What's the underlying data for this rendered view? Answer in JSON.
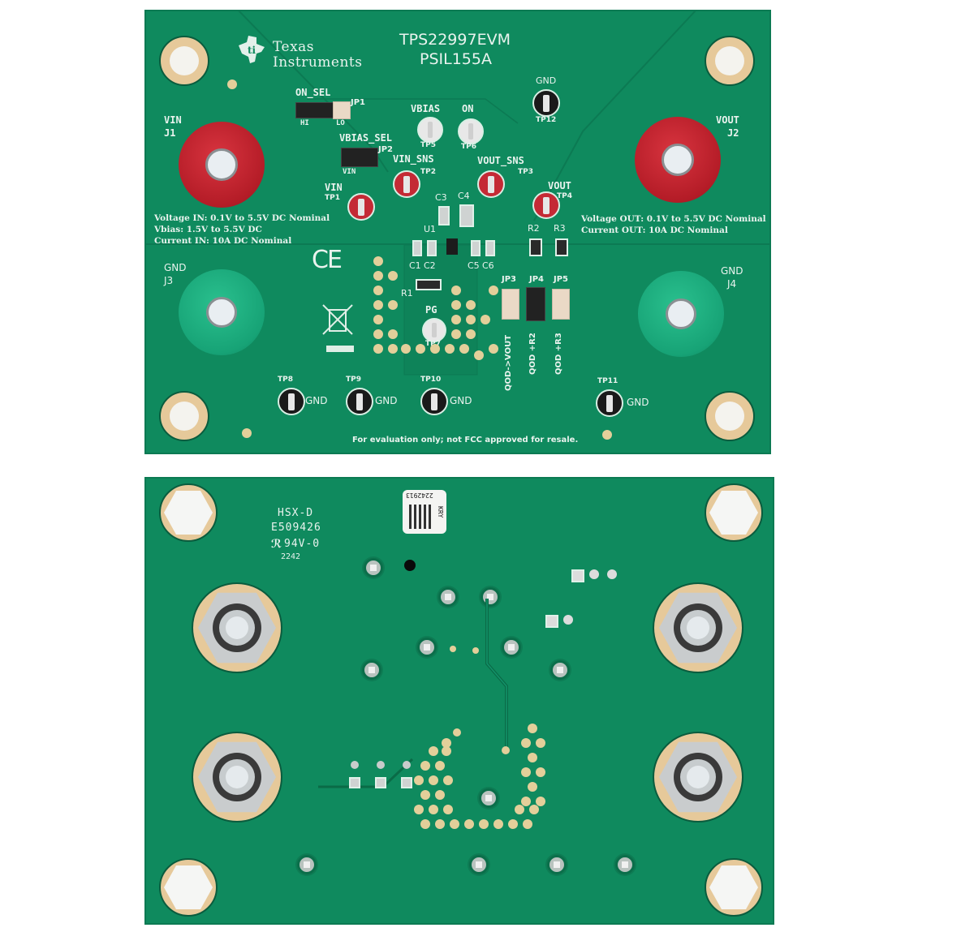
{
  "image": {
    "description": "Texas Instruments TPS22997EVM evaluation board, top and bottom views",
    "colors": {
      "pcb": "#0f8a5e",
      "silkscreen": "#e9f3ee",
      "vin_jack": "#c0202a",
      "gnd_jack": "#19a77a",
      "mount_pad": "#e6c99a"
    }
  },
  "top_board": {
    "logo": {
      "line1": "Texas",
      "line2": "Instruments"
    },
    "title": "TPS22997EVM",
    "part_number": "PSIL155A",
    "jumpers": {
      "jp1": {
        "ref": "JP1",
        "label": "ON_SEL",
        "left": "HI",
        "right": "LO"
      },
      "jp2": {
        "ref": "JP2",
        "label": "VBIAS_SEL",
        "pin": "VIN"
      },
      "jp3": {
        "ref": "JP3",
        "label": "QOD->VOUT"
      },
      "jp4": {
        "ref": "JP4",
        "label": "QOD +R2"
      },
      "jp5": {
        "ref": "JP5",
        "label": "QOD +R3"
      }
    },
    "test_points": [
      {
        "ref": "TP1",
        "label": "VIN"
      },
      {
        "ref": "TP2",
        "label": "VIN_SNS"
      },
      {
        "ref": "TP3",
        "label": "VOUT_SNS"
      },
      {
        "ref": "TP4",
        "label": "VOUT"
      },
      {
        "ref": "TP5",
        "label": "VBIAS"
      },
      {
        "ref": "TP6",
        "label": "ON"
      },
      {
        "ref": "TP7",
        "label": "PG"
      },
      {
        "ref": "TP8",
        "label": "GND"
      },
      {
        "ref": "TP9",
        "label": "GND"
      },
      {
        "ref": "TP10",
        "label": "GND"
      },
      {
        "ref": "TP11",
        "label": "GND"
      },
      {
        "ref": "TP12",
        "label": "GND"
      }
    ],
    "connectors": {
      "j1": {
        "ref": "J1",
        "label": "VIN"
      },
      "j2": {
        "ref": "J2",
        "label": "VOUT"
      },
      "j3": {
        "ref": "J3",
        "label": "GND"
      },
      "j4": {
        "ref": "J4",
        "label": "GND"
      }
    },
    "components": {
      "u1": "U1",
      "c1": "C1",
      "c2": "C2",
      "c3": "C3",
      "c4": "C4",
      "c5": "C5",
      "c6": "C6",
      "r1": "R1",
      "r2": "R2",
      "r3": "R3"
    },
    "specs_in": {
      "line1": "Voltage IN: 0.1V to 5.5V DC Nominal",
      "line2": "Vbias: 1.5V to 5.5V DC",
      "line3": "Current IN: 10A DC Nominal"
    },
    "specs_out": {
      "line1": "Voltage OUT: 0.1V to 5.5V DC Nominal",
      "line2": "Current OUT: 10A DC Nominal"
    },
    "ce_mark": "CE",
    "disclaimer": "For evaluation only; not FCC approved for resale."
  },
  "bottom_board": {
    "fab_code": "HSX-D",
    "ul_file": "E509426",
    "flammability": "94V-0",
    "date_code": "2242",
    "label_serial": "2242913",
    "label_code": "KRY"
  }
}
